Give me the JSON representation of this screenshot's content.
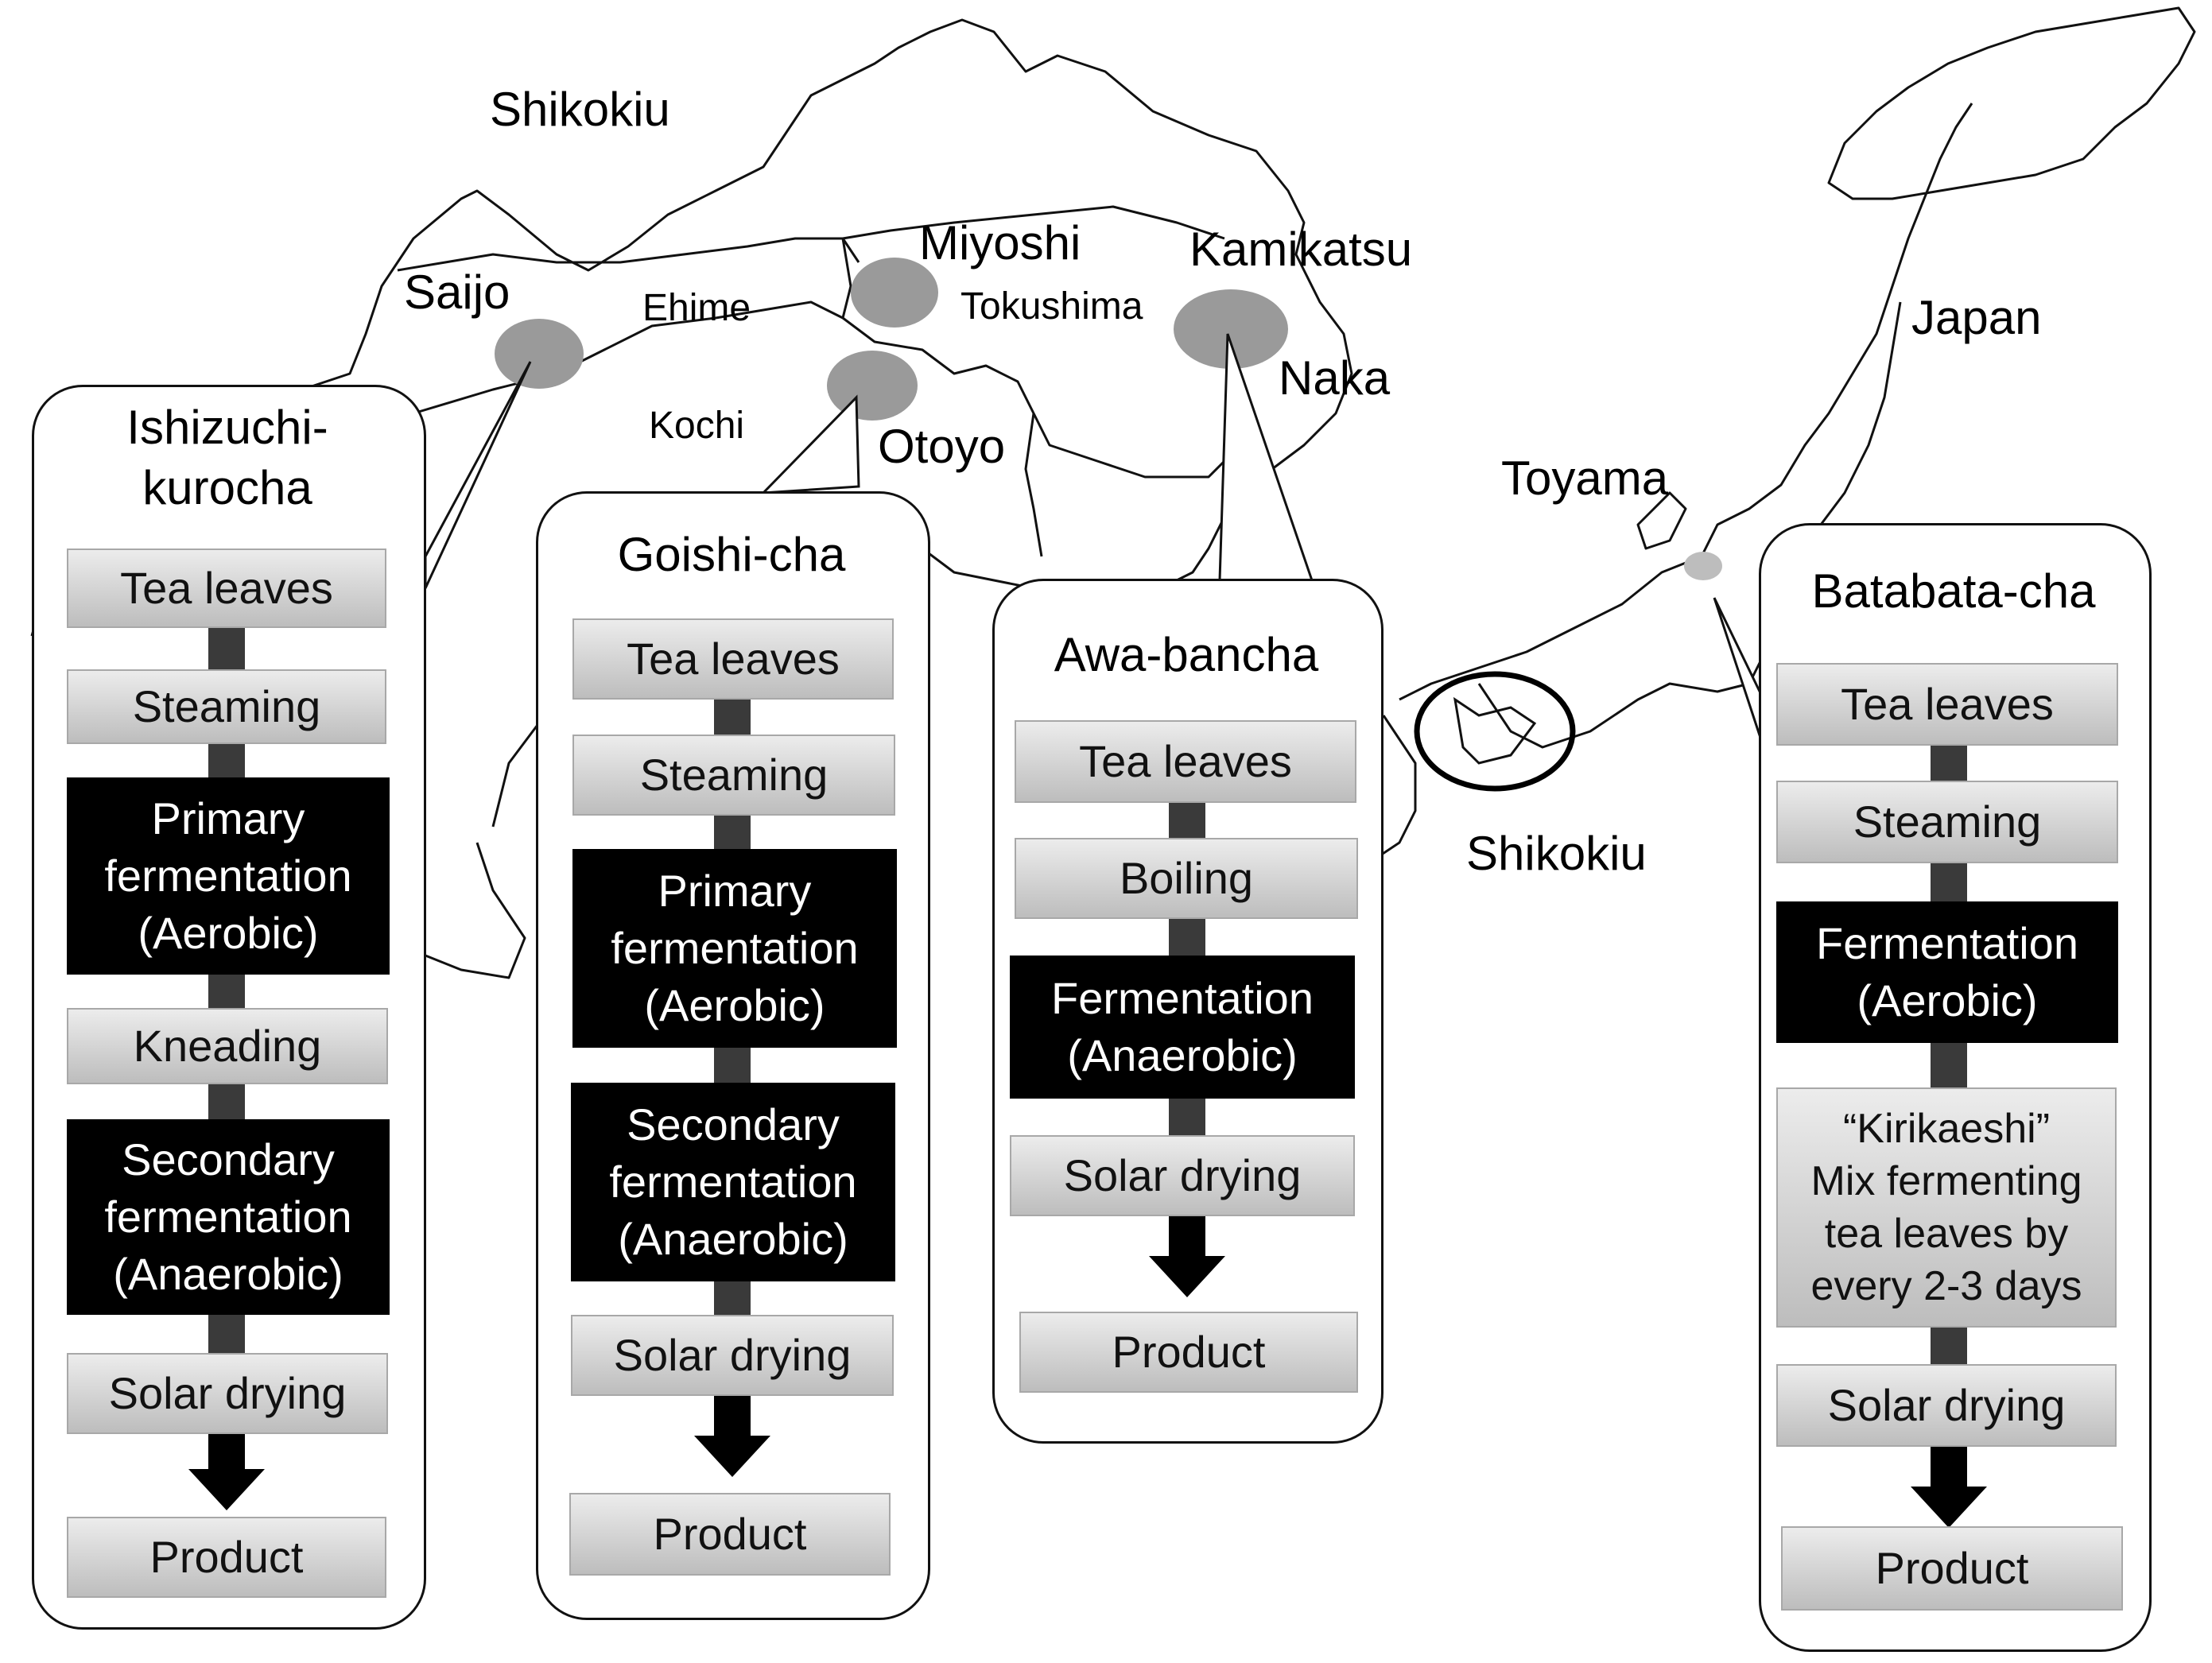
{
  "map": {
    "places": {
      "shikokiu_top": "Shikokiu",
      "saijo": "Saijo",
      "ehime": "Ehime",
      "miyoshi": "Miyoshi",
      "tokushima": "Tokushima",
      "kamikatsu": "Kamikatsu",
      "naka": "Naka",
      "kochi": "Kochi",
      "otoyo": "Otoyo",
      "japan": "Japan",
      "toyama": "Toyama",
      "shikokiu_inset": "Shikokiu"
    }
  },
  "panels": [
    {
      "title": [
        "Ishizuchi-",
        "kurocha"
      ],
      "steps": [
        {
          "lines": [
            "Tea leaves"
          ],
          "style": "light"
        },
        {
          "lines": [
            "Steaming"
          ],
          "style": "light"
        },
        {
          "lines": [
            "Primary",
            "fermentation",
            "(Aerobic)"
          ],
          "style": "dark"
        },
        {
          "lines": [
            "Kneading"
          ],
          "style": "light"
        },
        {
          "lines": [
            "Secondary",
            "fermentation",
            "(Anaerobic)"
          ],
          "style": "dark"
        },
        {
          "lines": [
            "Solar drying"
          ],
          "style": "light"
        },
        {
          "lines": [
            "Product"
          ],
          "style": "light"
        }
      ]
    },
    {
      "title": [
        "Goishi-cha"
      ],
      "steps": [
        {
          "lines": [
            "Tea leaves"
          ],
          "style": "light"
        },
        {
          "lines": [
            "Steaming"
          ],
          "style": "light"
        },
        {
          "lines": [
            "Primary",
            "fermentation",
            "(Aerobic)"
          ],
          "style": "dark"
        },
        {
          "lines": [
            "Secondary",
            "fermentation",
            "(Anaerobic)"
          ],
          "style": "dark"
        },
        {
          "lines": [
            "Solar drying"
          ],
          "style": "light"
        },
        {
          "lines": [
            "Product"
          ],
          "style": "light"
        }
      ]
    },
    {
      "title": [
        "Awa-bancha"
      ],
      "steps": [
        {
          "lines": [
            "Tea leaves"
          ],
          "style": "light"
        },
        {
          "lines": [
            "Boiling"
          ],
          "style": "light"
        },
        {
          "lines": [
            "Fermentation",
            "(Anaerobic)"
          ],
          "style": "dark"
        },
        {
          "lines": [
            "Solar drying"
          ],
          "style": "light"
        },
        {
          "lines": [
            "Product"
          ],
          "style": "light"
        }
      ]
    },
    {
      "title": [
        "Batabata-cha"
      ],
      "steps": [
        {
          "lines": [
            "Tea leaves"
          ],
          "style": "light"
        },
        {
          "lines": [
            "Steaming"
          ],
          "style": "light"
        },
        {
          "lines": [
            "Fermentation",
            "(Aerobic)"
          ],
          "style": "dark"
        },
        {
          "lines": [
            "“Kirikaeshi”",
            "Mix fermenting",
            "tea leaves by",
            "every 2-3 days"
          ],
          "style": "light"
        },
        {
          "lines": [
            "Solar drying"
          ],
          "style": "light"
        },
        {
          "lines": [
            "Product"
          ],
          "style": "light"
        }
      ]
    }
  ]
}
